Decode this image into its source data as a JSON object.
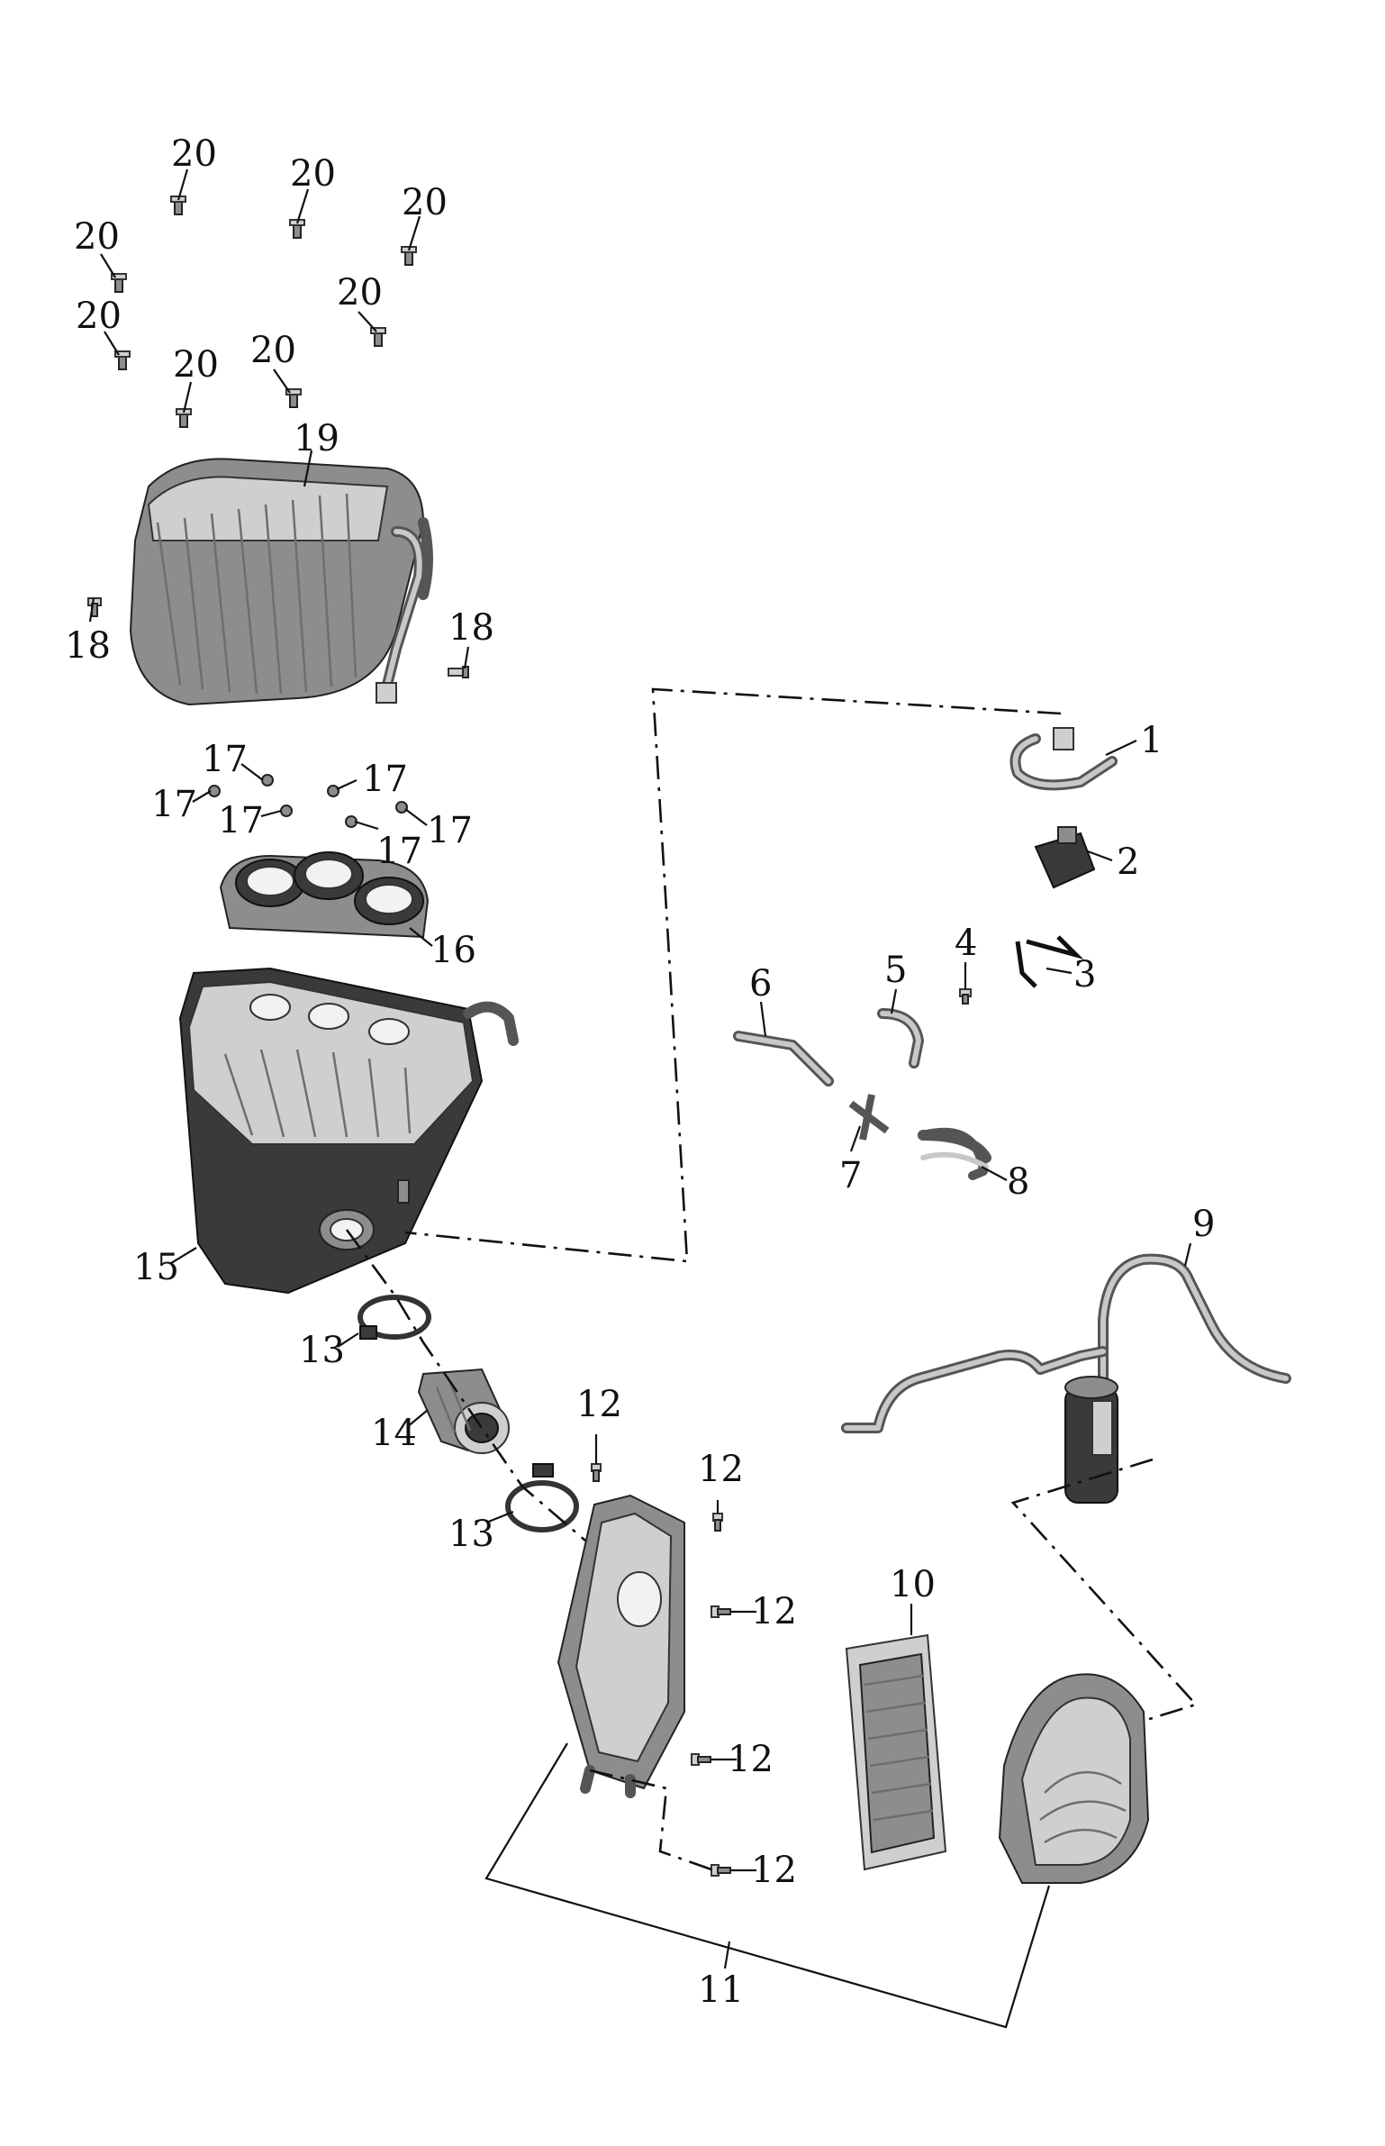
{
  "callouts": [
    {
      "id": "c1",
      "label": "1"
    },
    {
      "id": "c2",
      "label": "2"
    },
    {
      "id": "c3",
      "label": "3"
    },
    {
      "id": "c4",
      "label": "4"
    },
    {
      "id": "c5",
      "label": "5"
    },
    {
      "id": "c6",
      "label": "6"
    },
    {
      "id": "c7",
      "label": "7"
    },
    {
      "id": "c8",
      "label": "8"
    },
    {
      "id": "c9",
      "label": "9"
    },
    {
      "id": "c10",
      "label": "10"
    },
    {
      "id": "c11",
      "label": "11"
    },
    {
      "id": "c12a",
      "label": "12"
    },
    {
      "id": "c12b",
      "label": "12"
    },
    {
      "id": "c12c",
      "label": "12"
    },
    {
      "id": "c12d",
      "label": "12"
    },
    {
      "id": "c12e",
      "label": "12"
    },
    {
      "id": "c13a",
      "label": "13"
    },
    {
      "id": "c13b",
      "label": "13"
    },
    {
      "id": "c14",
      "label": "14"
    },
    {
      "id": "c15",
      "label": "15"
    },
    {
      "id": "c16",
      "label": "16"
    },
    {
      "id": "c17a",
      "label": "17"
    },
    {
      "id": "c17b",
      "label": "17"
    },
    {
      "id": "c17c",
      "label": "17"
    },
    {
      "id": "c17d",
      "label": "17"
    },
    {
      "id": "c17e",
      "label": "17"
    },
    {
      "id": "c17f",
      "label": "17"
    },
    {
      "id": "c18a",
      "label": "18"
    },
    {
      "id": "c18b",
      "label": "18"
    },
    {
      "id": "c19",
      "label": "19"
    },
    {
      "id": "c20a",
      "label": "20"
    },
    {
      "id": "c20b",
      "label": "20"
    },
    {
      "id": "c20c",
      "label": "20"
    },
    {
      "id": "c20d",
      "label": "20"
    },
    {
      "id": "c20e",
      "label": "20"
    },
    {
      "id": "c20f",
      "label": "20"
    },
    {
      "id": "c20g",
      "label": "20"
    },
    {
      "id": "c20h",
      "label": "20"
    }
  ]
}
